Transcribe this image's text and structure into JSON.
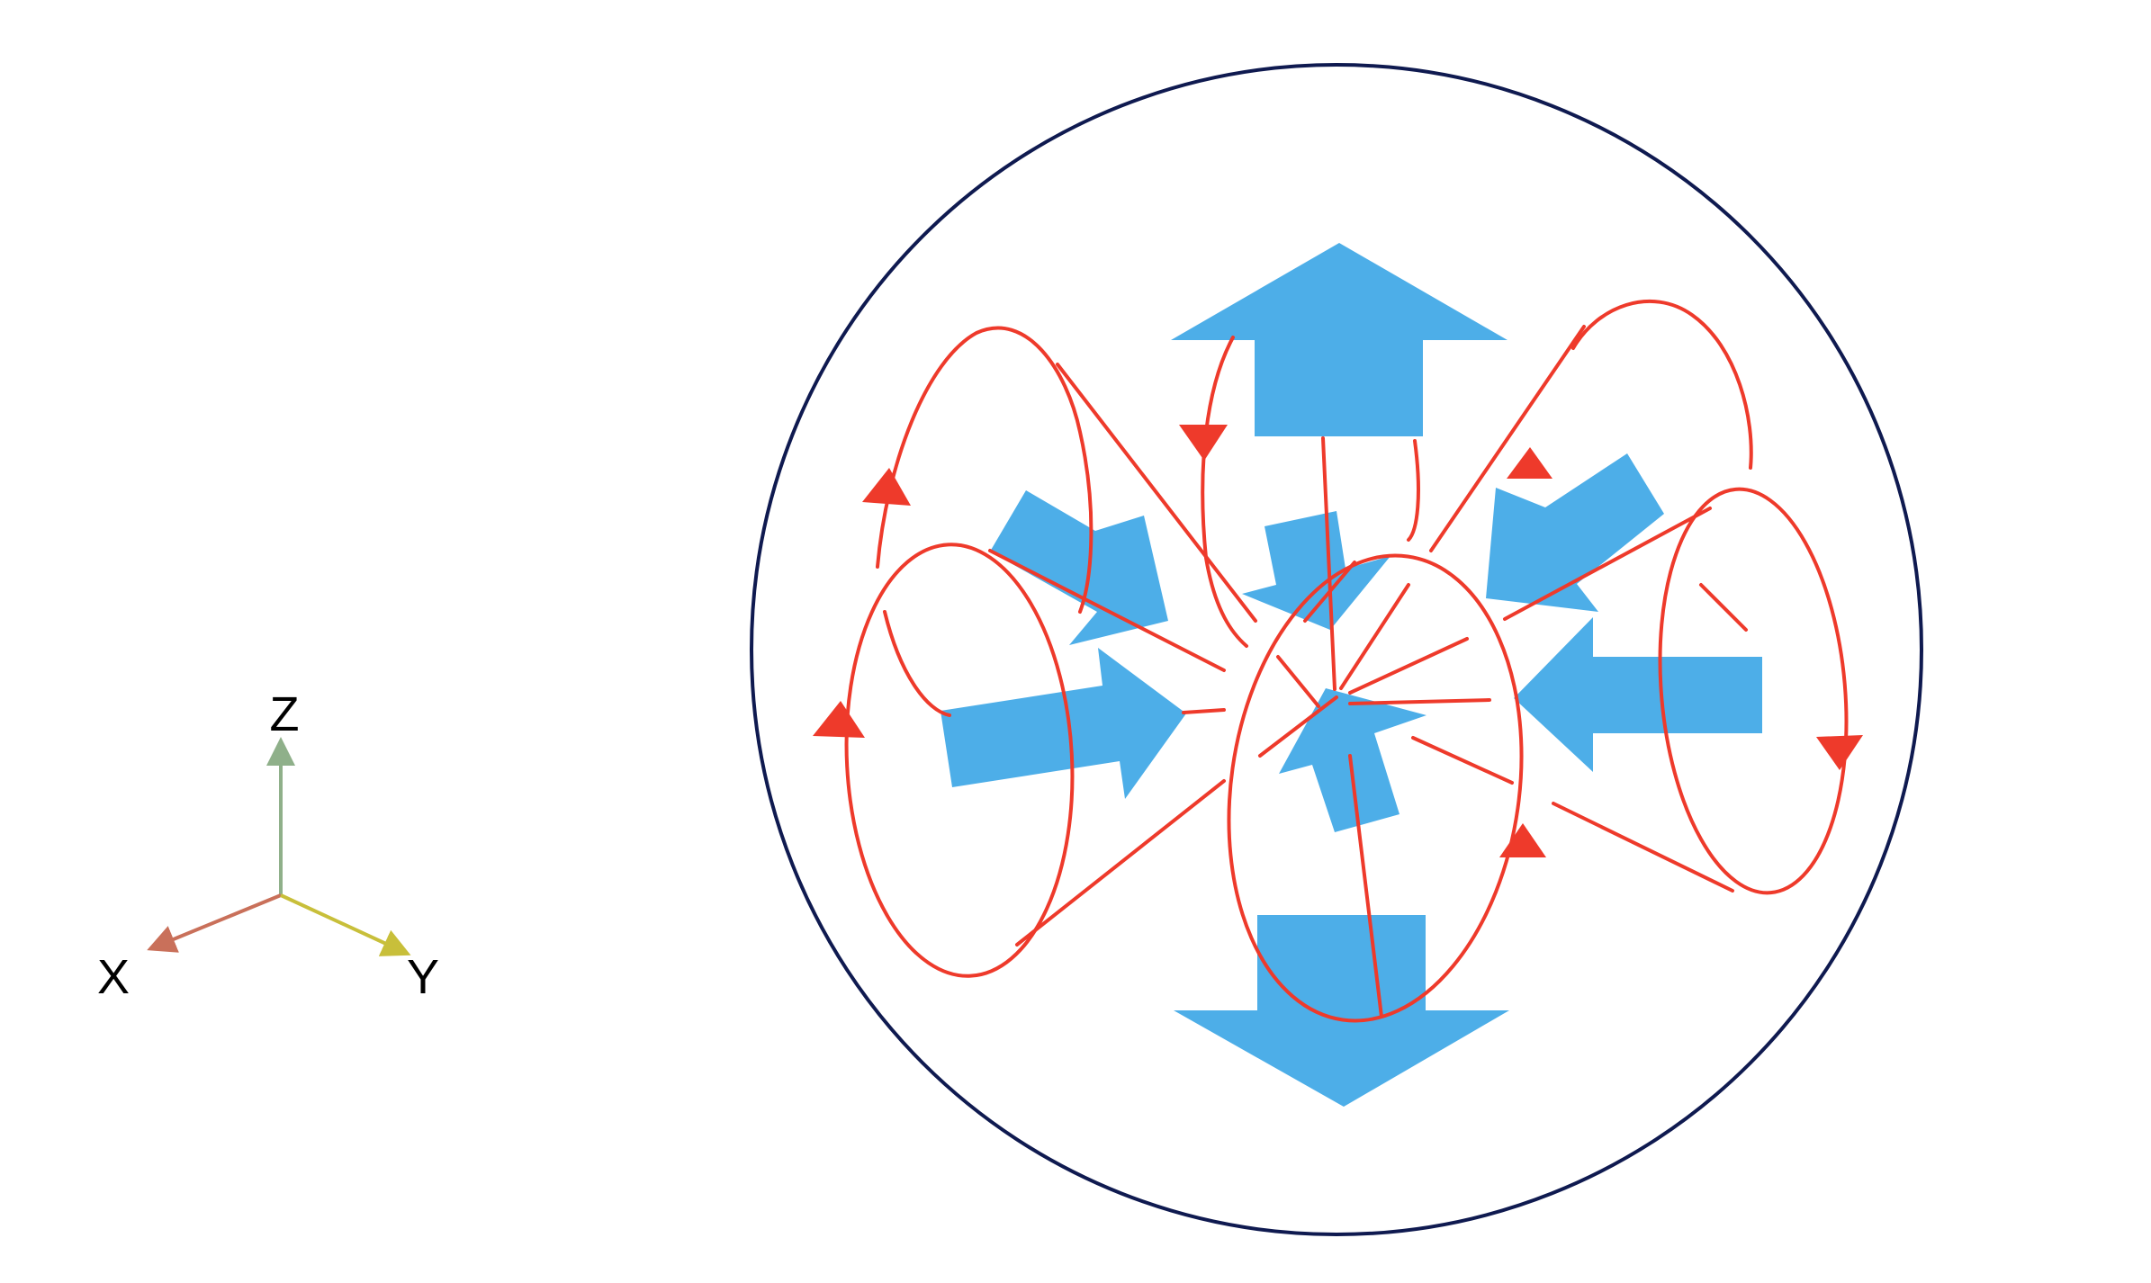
{
  "axes": {
    "z_label": "Z",
    "x_label": "X",
    "y_label": "Y",
    "z_color": "#8fb08a",
    "x_color": "#c9705a",
    "y_color": "#c8bf3a"
  },
  "colors": {
    "circle": "#0f1a50",
    "field_line": "#ee3a2b",
    "flow_arrow": "#4daee8",
    "background": "#ffffff"
  }
}
